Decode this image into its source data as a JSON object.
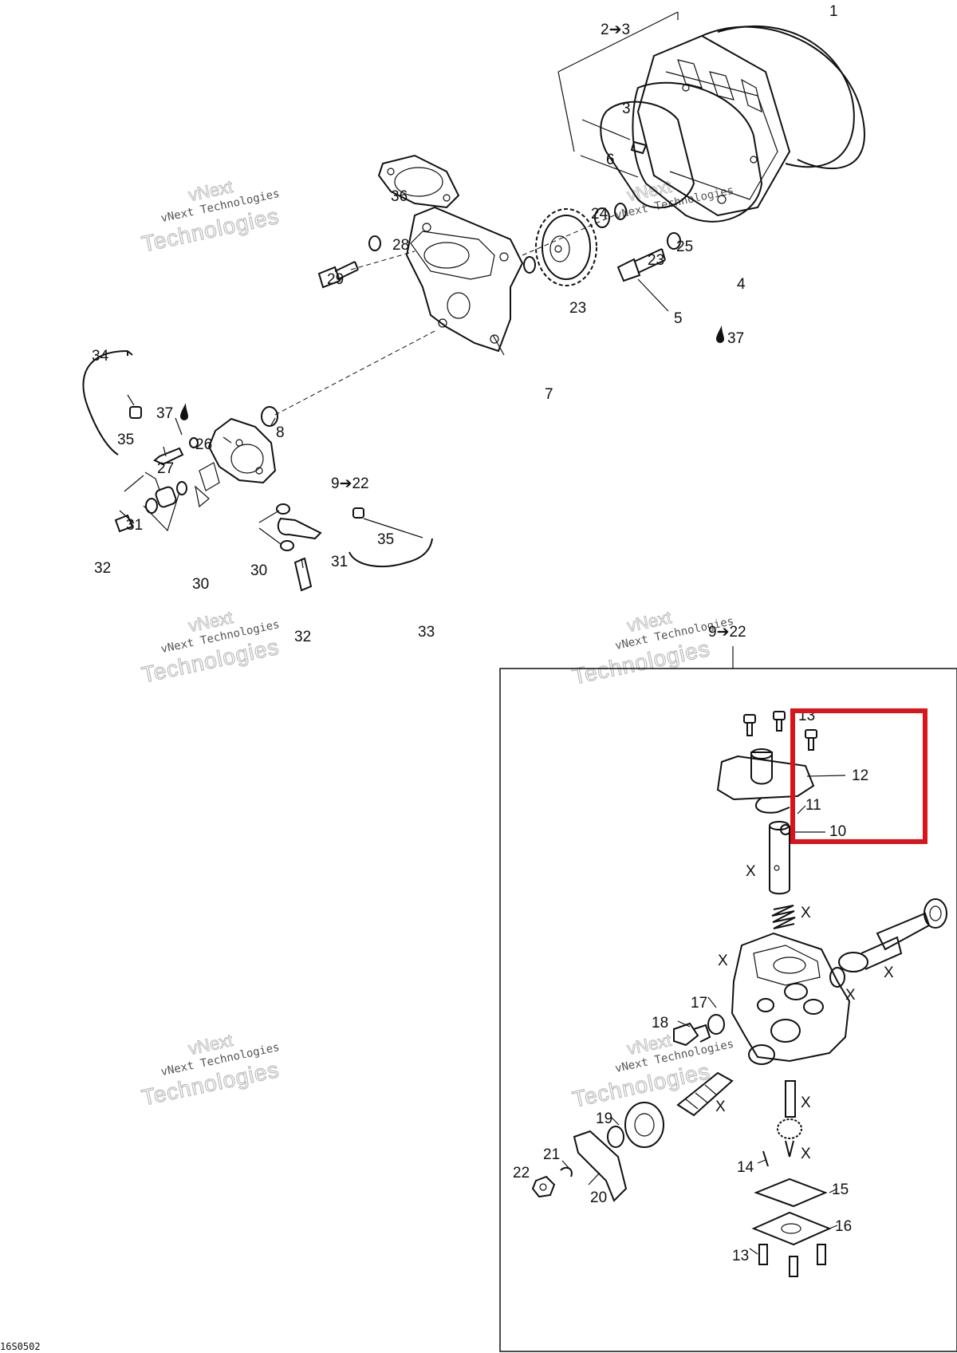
{
  "diagram": {
    "callouts": {
      "c1": "1",
      "c2to3": "2➔3",
      "c3": "3",
      "c4": "4",
      "c5": "5",
      "c6": "6",
      "c7": "7",
      "c8": "8",
      "c9to22_top": "9➔22",
      "c23a": "23",
      "c23b": "23",
      "c24": "24",
      "c25": "25",
      "c26": "26",
      "c27": "27",
      "c28": "28",
      "c29": "29",
      "c30a": "30",
      "c30b": "30",
      "c31a": "31",
      "c31b": "31",
      "c32a": "32",
      "c32b": "32",
      "c33": "33",
      "c34": "34",
      "c35a": "35",
      "c35b": "35",
      "c36": "36",
      "c37a": "37",
      "c37b": "37",
      "c9to22_inset": "9➔22",
      "c10": "10",
      "c11": "11",
      "c12": "12",
      "c13a": "13",
      "c13b": "13",
      "c14": "14",
      "c15": "15",
      "c16": "16",
      "c17": "17",
      "c18": "18",
      "c19": "19",
      "c20": "20",
      "c21": "21",
      "c22": "22",
      "x1": "X",
      "x2": "X",
      "x3": "X",
      "x4": "X",
      "x5": "X",
      "x6": "X",
      "x7": "X",
      "x8": "X"
    },
    "watermark": {
      "line1": "vNext",
      "line2": "vNext Technologies",
      "line3": "Technologies"
    },
    "figure_ref": "16S0502",
    "highlight_color": "#d9141a"
  }
}
